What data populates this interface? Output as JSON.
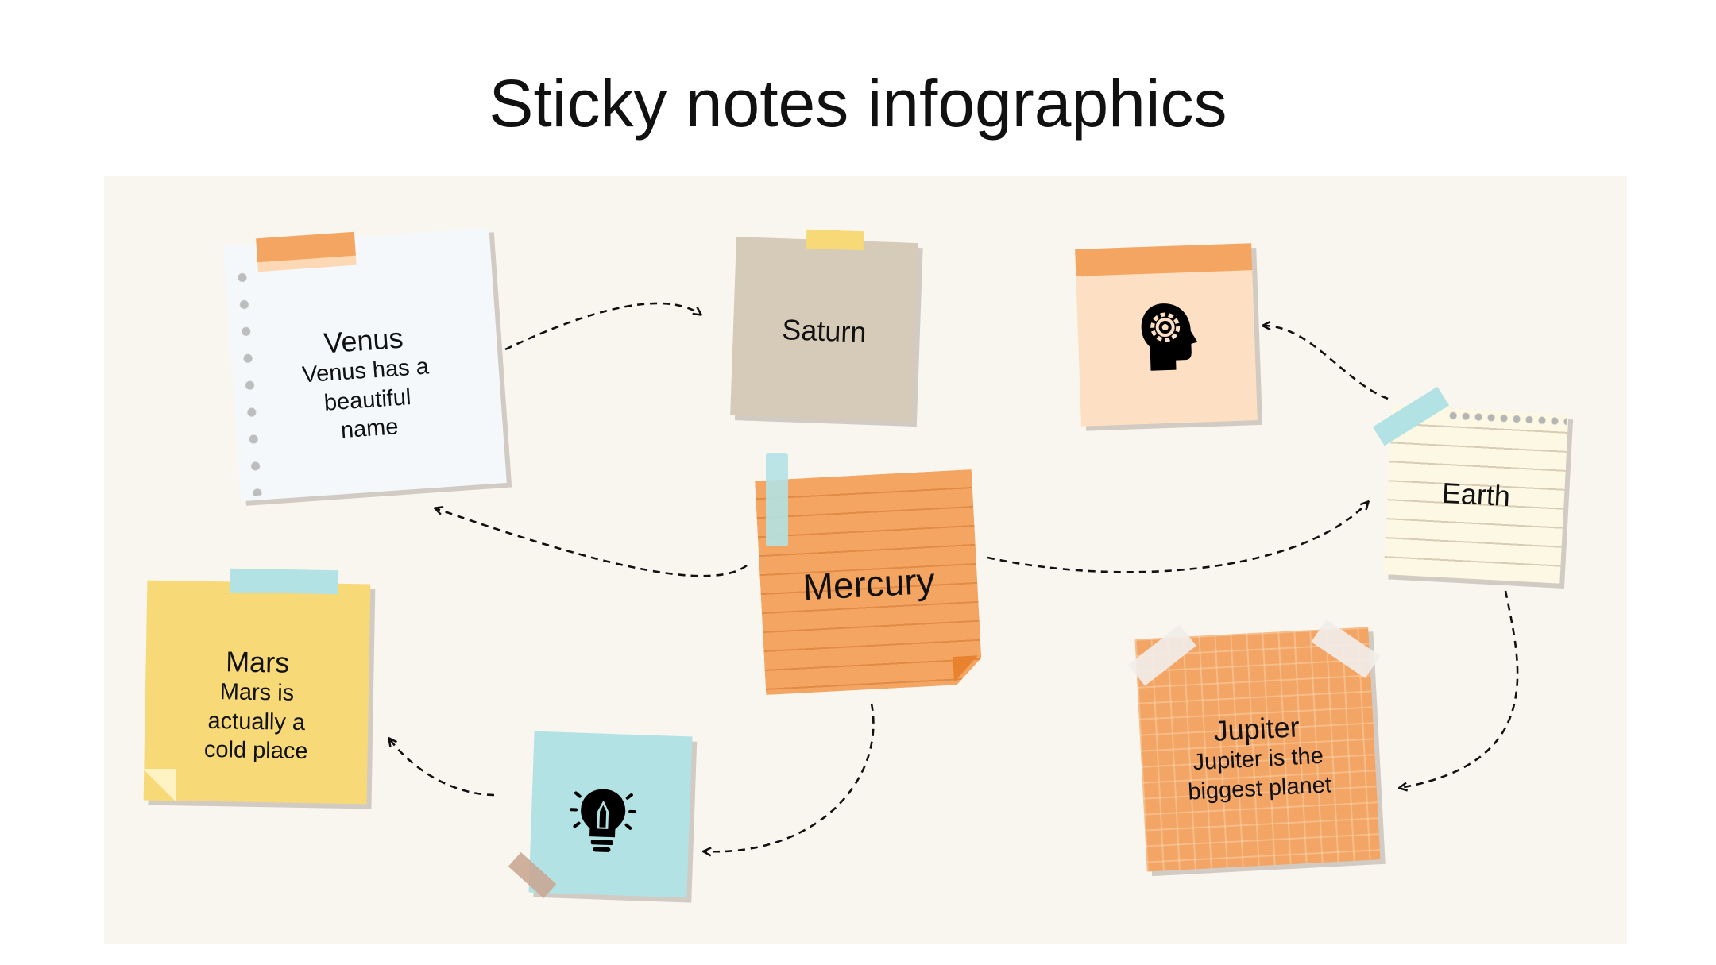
{
  "title": "Sticky notes infographics",
  "notes": {
    "venus": {
      "heading": "Venus",
      "text": "Venus has a beautiful name"
    },
    "saturn": {
      "heading": "Saturn"
    },
    "mercury": {
      "heading": "Mercury"
    },
    "earth": {
      "heading": "Earth"
    },
    "mars": {
      "heading": "Mars",
      "text": "Mars is actually a cold place"
    },
    "jupiter": {
      "heading": "Jupiter",
      "text": "Jupiter is the biggest planet"
    }
  },
  "icons": {
    "head": "head-gear-icon",
    "bulb": "lightbulb-pencil-icon"
  },
  "colors": {
    "orange": "#f4a561",
    "yellow": "#f8d978",
    "cyan": "#b3e2e4",
    "beige": "#d6cbb9",
    "peach": "#fde0c4",
    "paper": "#f4f8fb",
    "cream": "#fdf8e3",
    "board": "#f9f6f0"
  }
}
